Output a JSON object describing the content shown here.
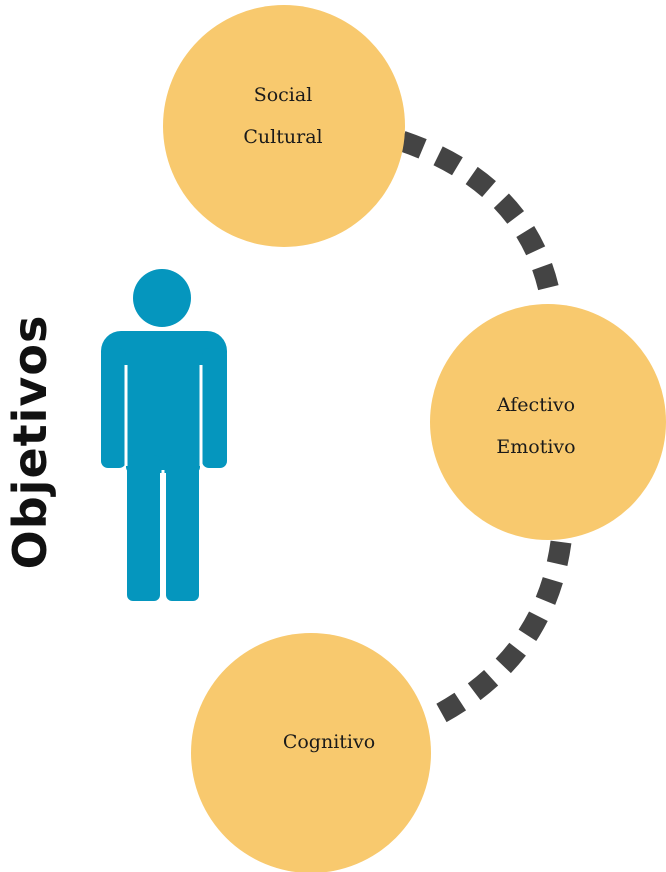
{
  "colors": {
    "circle_fill": "#F8C96E",
    "connector": "#444444",
    "person": "#0596BE",
    "title": "#111111"
  },
  "title": "Objetivos",
  "person": {
    "icon": "person-icon"
  },
  "nodes": [
    {
      "id": "social",
      "lines": [
        "Social",
        "Cultural"
      ]
    },
    {
      "id": "afectivo",
      "lines": [
        "Afectivo",
        "Emotivo"
      ]
    },
    {
      "id": "cognitivo",
      "lines": [
        "Cognitivo"
      ]
    }
  ]
}
